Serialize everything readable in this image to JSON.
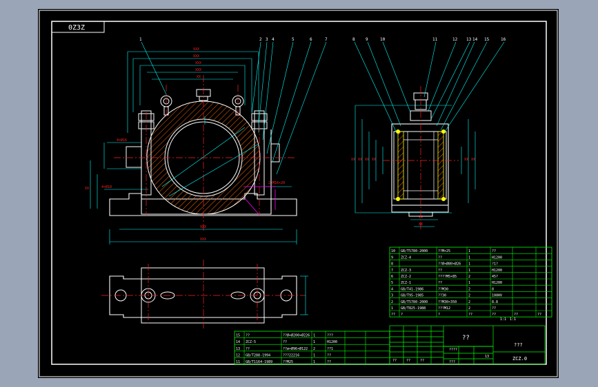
{
  "drawing": {
    "code": "0Z3Z",
    "assembly_code": "ZCZ.0",
    "company": "???",
    "drawing_name": "??"
  },
  "balloons_front": [
    "1",
    "2",
    "3",
    "4",
    "5",
    "6",
    "7"
  ],
  "balloons_side": [
    "8",
    "9",
    "10",
    "11",
    "12",
    "13",
    "14",
    "15",
    "16"
  ],
  "parts_upper": [
    {
      "no": "10",
      "std": "GB/T5780-2000",
      "name": "??M×25",
      "qty": "1",
      "mat": "??"
    },
    {
      "no": "9",
      "std": "ZCZ-4",
      "name": "??",
      "qty": "1",
      "mat": "H1200"
    },
    {
      "no": "8",
      "std": "",
      "name": "??Ø×Ø80×Ø26",
      "qty": "1",
      "mat": "?1?"
    },
    {
      "no": "7",
      "std": "ZCZ-3",
      "name": "??",
      "qty": "1",
      "mat": "H1200"
    },
    {
      "no": "6",
      "std": "ZCZ-2",
      "name": "????M5×85",
      "qty": "2",
      "mat": "45?"
    },
    {
      "no": "5",
      "std": "ZCZ-1",
      "name": "??",
      "qty": "1",
      "mat": "H1200"
    },
    {
      "no": "4",
      "std": "GB/T41-1986",
      "name": "??M30",
      "qty": "2",
      "mat": "8"
    },
    {
      "no": "3",
      "std": "GB/T95-1985",
      "name": "??30",
      "qty": "2",
      "mat": "100HV"
    },
    {
      "no": "2",
      "std": "GB/T5780-2000",
      "name": "??M30×350",
      "qty": "2",
      "mat": "8.8"
    },
    {
      "no": "1",
      "std": "GB/T825-1988",
      "name": "???M12",
      "qty": "2",
      "mat": "??"
    }
  ],
  "parts_upper_header": [
    "??",
    "?",
    "?",
    "??",
    "??",
    "??",
    "??"
  ],
  "parts_lower": [
    {
      "no": "15",
      "std": "??",
      "name": "??Ø×Ø200×Ø226",
      "qty": "1",
      "mat": "???"
    },
    {
      "no": "14",
      "std": "ZCZ-5",
      "name": "??",
      "qty": "1",
      "mat": "H1200"
    },
    {
      "no": "13",
      "std": "??",
      "name": "??ø×Ø96×Ø122",
      "qty": "2",
      "mat": "??1"
    },
    {
      "no": "12",
      "std": "GB/T288-1994",
      "name": "???22216",
      "qty": "1",
      "mat": "??"
    },
    {
      "no": "11",
      "std": "GB/T1164-1989",
      "name": "??M25",
      "qty": "1",
      "mat": "??"
    }
  ],
  "title_block": {
    "scale": "1:1",
    "sheet": "1:1",
    "qty_marker": "13",
    "row_labels": [
      "????",
      "???"
    ],
    "col_labels": [
      "??",
      "??",
      "??"
    ]
  },
  "colors": {
    "background": "#000000",
    "frame": "#ffffff",
    "object": "#ffffff",
    "center": "#ff2020",
    "dimension": "#00ffff",
    "section": "#ff00ff",
    "hatch": "#ffff00",
    "table": "#00ff00"
  }
}
